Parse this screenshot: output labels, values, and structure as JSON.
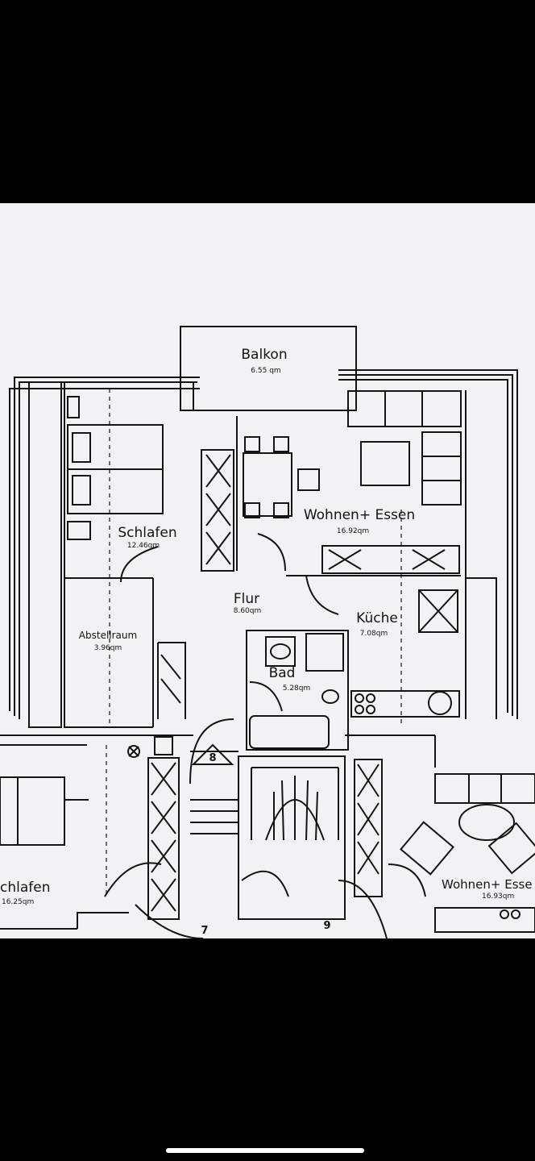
{
  "plan": {
    "rooms": {
      "balkon": {
        "name": "Balkon",
        "area": "6.55 qm"
      },
      "schlafen": {
        "name": "Schlafen",
        "area": "12.46qm"
      },
      "wohnen": {
        "name": "Wohnen+ Essen",
        "area": "16.92qm"
      },
      "flur": {
        "name": "Flur",
        "area": "8.60qm"
      },
      "kueche": {
        "name": "Küche",
        "area": "7.08qm"
      },
      "abstellraum": {
        "name": "Abstellraum",
        "area": "3.96qm"
      },
      "bad": {
        "name": "Bad",
        "area": "5.28qm"
      },
      "schlafen2": {
        "name": "chlafen",
        "area": "16.25qm"
      },
      "wohnen2": {
        "name": "Wohnen+ Esse",
        "area": "16.93qm"
      }
    },
    "markers": {
      "stair_a": "8",
      "stair_b": "7",
      "stair_c": "9"
    }
  },
  "colors": {
    "ink": "#141414",
    "paper": "#f2f2f4",
    "frame": "#000000"
  }
}
